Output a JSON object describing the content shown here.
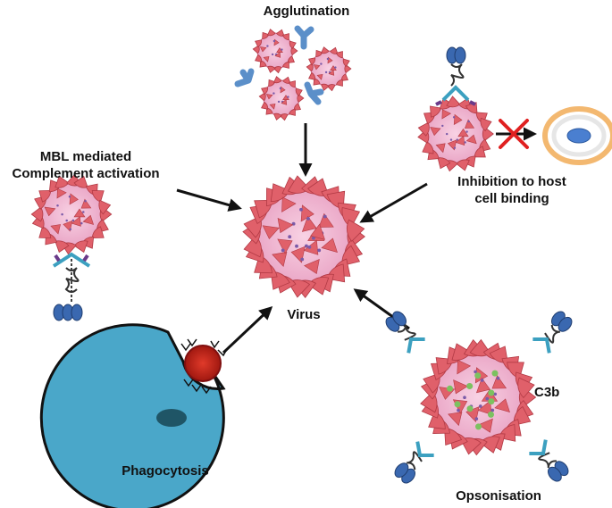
{
  "labels": {
    "agglutination": "Agglutination",
    "mbl_line1": "MBL mediated",
    "mbl_line2": "Complement activation",
    "inhibition_line1": "Inhibition to host",
    "inhibition_line2": "cell binding",
    "virus": "Virus",
    "phagocytosis": "Phagocytosis",
    "opsonisation": "Opsonisation",
    "c3b": "C3b"
  },
  "colors": {
    "virus_body": "#f2b8d4",
    "virus_spike": "#e0606a",
    "antibody": "#5b8fc9",
    "phagocyte": "#4aa7c9",
    "nucleus": "#1f5566",
    "c3b": "#7cc160",
    "block_x": "#e02020",
    "arrow": "#111111"
  }
}
